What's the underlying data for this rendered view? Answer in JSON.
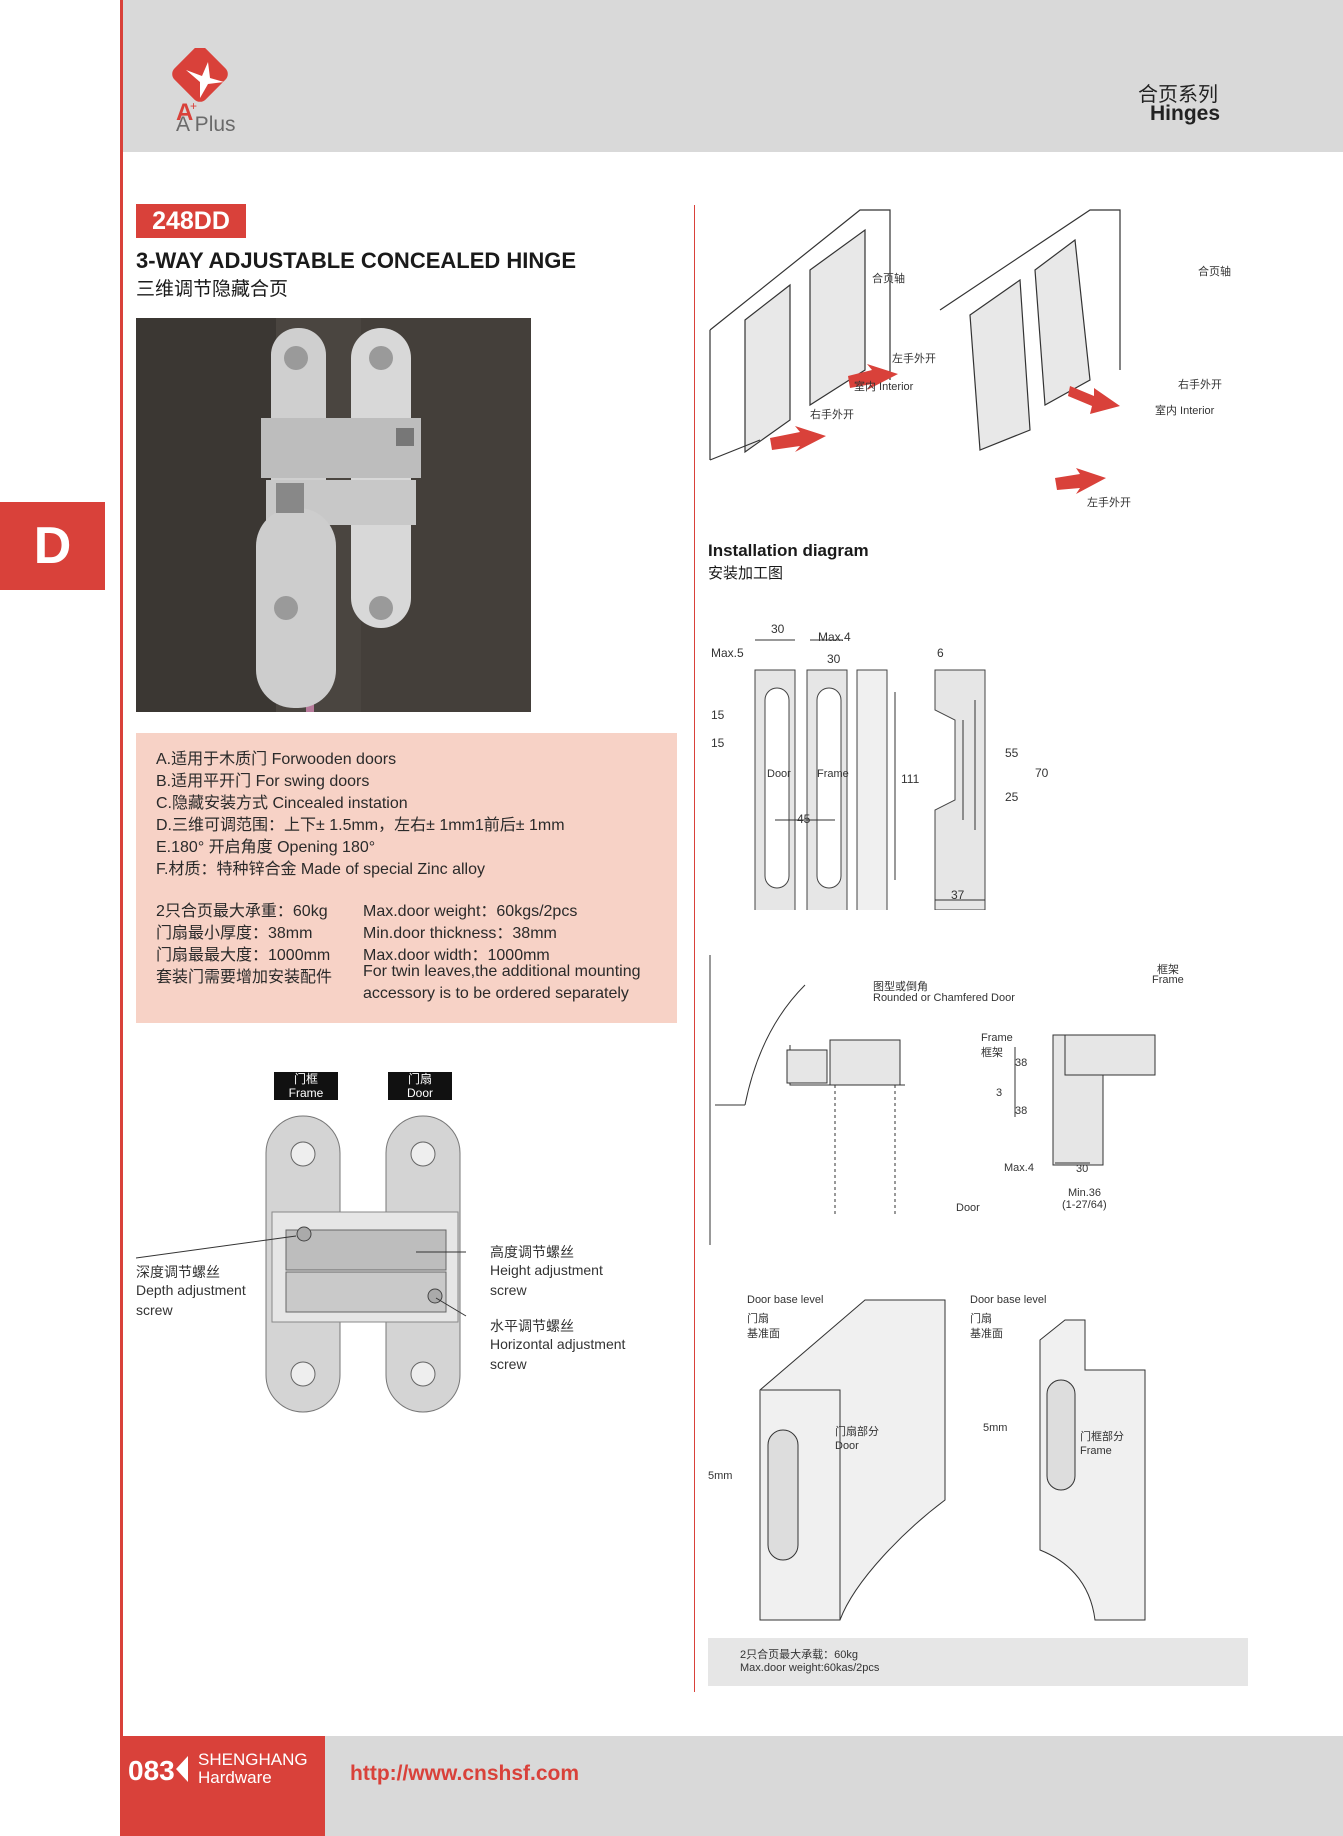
{
  "header": {
    "brand_logo": "A Plus",
    "series_cn": "合页系列",
    "series_en": "Hinges"
  },
  "section_tab": "D",
  "product": {
    "code": "248DD",
    "title_en": "3-WAY ADJUSTABLE CONCEALED HINGE",
    "title_cn": "三维调节隐藏合页"
  },
  "features": [
    "A.适用于木质门 Forwooden doors",
    "B.适用平开门 For swing doors",
    "C.隐藏安装方式 Cincealed instation",
    "D.三维可调范围：上下± 1.5mm，左右± 1mm1前后± 1mm",
    "E.180°    开启角度 Opening 180°",
    "F.材质：特种锌合金 Made of special Zinc alloy"
  ],
  "specs": [
    {
      "cn": "2只合页最大承重：60kg",
      "en": "Max.door weight：60kgs/2pcs"
    },
    {
      "cn": "门扇最小厚度：38mm",
      "en": "Min.door thickness：38mm"
    },
    {
      "cn": "门扇最最大度：1000mm",
      "en": "Max.door width：1000mm"
    },
    {
      "cn": "套装门需要增加安装配件",
      "en": "For twin leaves,the additional mounting"
    },
    {
      "cn": "",
      "en": "accessory is to be ordered separately"
    }
  ],
  "hinge_diagram": {
    "frame_tag_cn": "门框",
    "frame_tag_en": "Frame",
    "door_tag_cn": "门扇",
    "door_tag_en": "Door",
    "depth_cn": "深度调节螺丝",
    "depth_en1": "Depth adjustment",
    "depth_en2": "screw",
    "height_cn": "高度调节螺丝",
    "height_en1": "Height adjustment",
    "height_en2": "screw",
    "horiz_cn": "水平调节螺丝",
    "horiz_en1": "Horizontal adjustment",
    "horiz_en2": "screw"
  },
  "door_illus": {
    "axis1": "合页轴",
    "left1": "左手外开",
    "interior1": "室内 Interior",
    "right1": "右手外开",
    "axis2": "合页轴",
    "right2": "右手外开",
    "interior2": "室内 Interior",
    "left2": "左手外开"
  },
  "installation": {
    "title_en": "Installation diagram",
    "title_cn": "安装加工图",
    "dims": {
      "d30a": "30",
      "max4": "Max.4",
      "max5": "Max.5",
      "d30b": "30",
      "d6": "6",
      "d15a": "15",
      "d15b": "15",
      "door": "Door",
      "frame": "Frame",
      "d111": "111",
      "d45": "45",
      "d55": "55",
      "d70": "70",
      "d25": "25",
      "d37": "37"
    }
  },
  "section": {
    "rounded_cn": "图型或倒角",
    "rounded_en": "Rounded or Chamfered Door",
    "frame_cn_top": "框架",
    "frame_en_top": "Frame",
    "frame_en_mid": "Frame",
    "frame_cn_mid": "框架",
    "d38a": "38",
    "d3": "3",
    "d38b": "38",
    "max4": "Max.4",
    "d30": "30",
    "min36": "Min.36",
    "min36_in": "(1-27/64)",
    "door": "Door"
  },
  "base": {
    "left_en": "Door base level",
    "left_cn1": "门扇",
    "left_cn2": "基准面",
    "left_part_cn": "门扇部分",
    "left_part_en": "Door",
    "left_5mm": "5mm",
    "right_en": "Door base level",
    "right_cn1": "门扇",
    "right_cn2": "基准面",
    "right_part_cn": "门框部分",
    "right_part_en": "Frame",
    "right_5mm": "5mm"
  },
  "load_note": {
    "cn": "2只合页最大承载：60kg",
    "en": "Max.door weight:60kas/2pcs"
  },
  "footer": {
    "page": "083",
    "company1": "SHENGHANG",
    "company2": "Hardware",
    "url": "http://www.cnshsf.com"
  },
  "colors": {
    "accent": "#d9413a",
    "band": "#d9d9d9",
    "feature_bg": "#f7d2c6"
  }
}
